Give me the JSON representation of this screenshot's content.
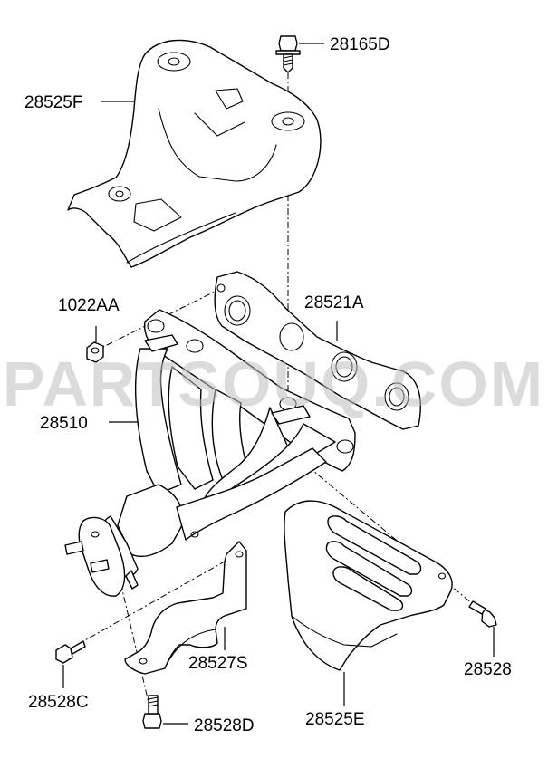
{
  "watermark": "PARTSOUQ.COM",
  "callouts": {
    "heat_shield_upper": "28525F",
    "bolt_top": "28165D",
    "nut": "1022AA",
    "gasket": "28521A",
    "manifold": "28510",
    "bracket": "28527S",
    "heat_shield_lower": "28525E",
    "bolt_right": "28528",
    "bolt_left": "28528C",
    "bolt_bottom": "28528D"
  }
}
